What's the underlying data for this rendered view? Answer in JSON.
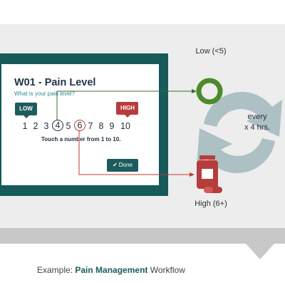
{
  "device": {
    "title": "W01 - Pain Level",
    "question": "What is your pain level?",
    "low_badge": "LOW",
    "high_badge": "HIGH",
    "scale": [
      "1",
      "2",
      "3",
      "4",
      "5",
      "6",
      "7",
      "8",
      "9",
      "10"
    ],
    "selected_low": "4",
    "selected_high": "6",
    "hint": "Touch a number from 1 to 10.",
    "done_label": "Done",
    "done_icon": "check-icon"
  },
  "workflow": {
    "low_label": "Low (<5)",
    "high_label": "High (6+)",
    "every_line1": "every",
    "every_line2": "x 4 hrs.",
    "low_icon": "ring-icon",
    "high_icon": "medication-icon",
    "cycle_icon": "refresh-cycle-icon"
  },
  "caption": {
    "prefix": "Example:",
    "bold": "Pain Management",
    "suffix": "Workflow"
  },
  "colors": {
    "teal_dark": "#165a5a",
    "teal": "#1d5c5e",
    "red": "#b73c3c",
    "green_ring": "#4c8a2a",
    "cycle_gray": "#adc0c4",
    "connector_green": "#3c6e2c",
    "connector_red": "#c0392b"
  }
}
